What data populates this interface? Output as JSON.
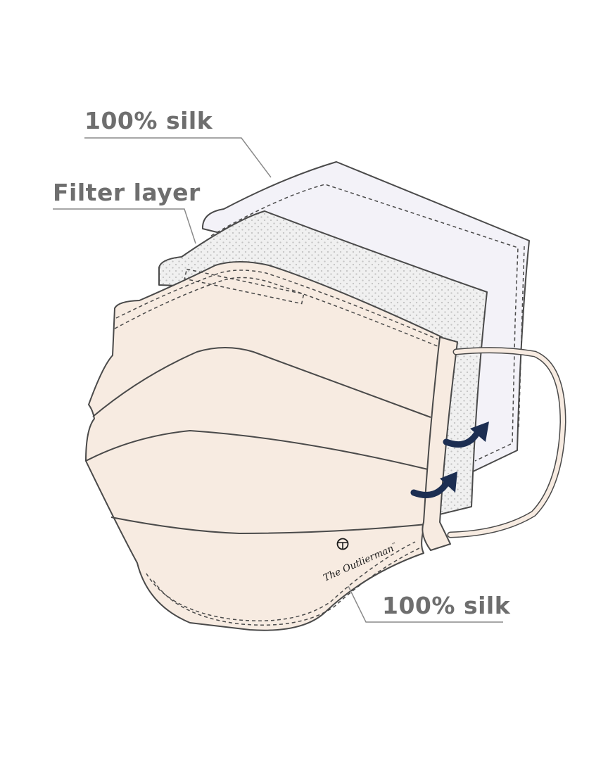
{
  "labels": {
    "outer_silk": "100% silk",
    "filter": "Filter layer",
    "inner_silk": "100% silk"
  },
  "brand": {
    "logo_text": "The Outlierman",
    "trademark": "™"
  },
  "colors": {
    "label_text": "#6e6e6e",
    "leader_line": "#8a8a8a",
    "outline": "#4a4a4a",
    "outer_silk_fill": "#f3f2f8",
    "filter_fill": "#f0f0f0",
    "filter_dots": "#c4c4c4",
    "front_silk_fill": "#f7ebe1",
    "arrow": "#1c2e52"
  }
}
